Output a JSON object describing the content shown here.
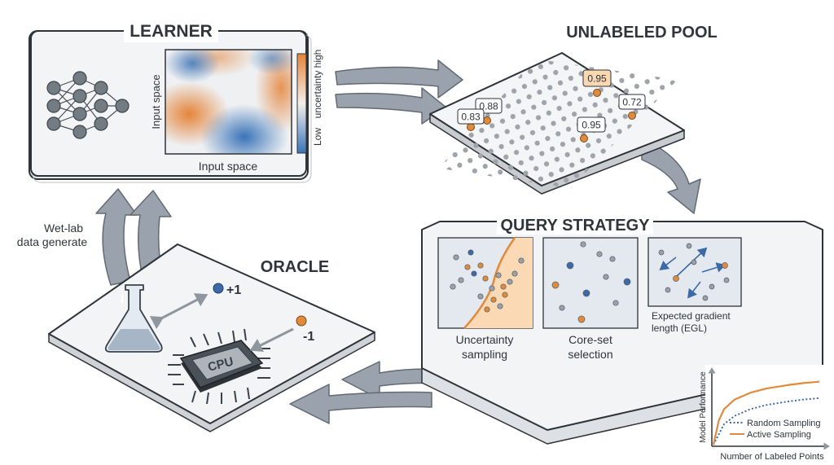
{
  "learner": {
    "title": "LEARNER",
    "x_label": "Input space",
    "y_label": "Input space",
    "colorbar_low": "Low",
    "colorbar_mid": "uncertainty",
    "colorbar_high": "high"
  },
  "pool": {
    "title": "UNLABELED POOL",
    "scores": [
      "0.88",
      "0.83",
      "0.95",
      "0.72",
      "0.95"
    ]
  },
  "query": {
    "title": "QUERY STRATEGY",
    "uncertainty_line1": "Uncertainty",
    "uncertainty_line2": "sampling",
    "coreset_line1": "Core-set",
    "coreset_line2": "selection",
    "egl_line1": "Expected gradient",
    "egl_line2": "length (EGL)"
  },
  "oracle": {
    "title": "ORACLE",
    "label_pos": "+1",
    "label_neg": "-1",
    "cpu_label": "CPU",
    "wetlab_line1": "Wet-lab",
    "wetlab_line2": "data generate"
  },
  "colors": {
    "orange": "#e08a3c",
    "blue": "#3d6aa6",
    "arrow": "#9aa3ad",
    "outline": "#2e3338",
    "panel": "#f2f4f6"
  },
  "chart_data": {
    "type": "line",
    "xlabel": "Number of Labeled Points",
    "ylabel": "Model Performance",
    "series": [
      {
        "name": "Random Sampling",
        "style": "dotted",
        "color": "#3d6aa6",
        "x": [
          0,
          0.1,
          0.2,
          0.35,
          0.5,
          0.7,
          0.85,
          1.0
        ],
        "y": [
          0,
          0.3,
          0.42,
          0.52,
          0.58,
          0.63,
          0.66,
          0.68
        ]
      },
      {
        "name": "Active Sampling",
        "style": "solid",
        "color": "#e08a3c",
        "x": [
          0,
          0.05,
          0.1,
          0.2,
          0.35,
          0.5,
          0.7,
          0.85,
          1.0
        ],
        "y": [
          0,
          0.35,
          0.52,
          0.66,
          0.76,
          0.82,
          0.87,
          0.9,
          0.92
        ]
      }
    ]
  }
}
